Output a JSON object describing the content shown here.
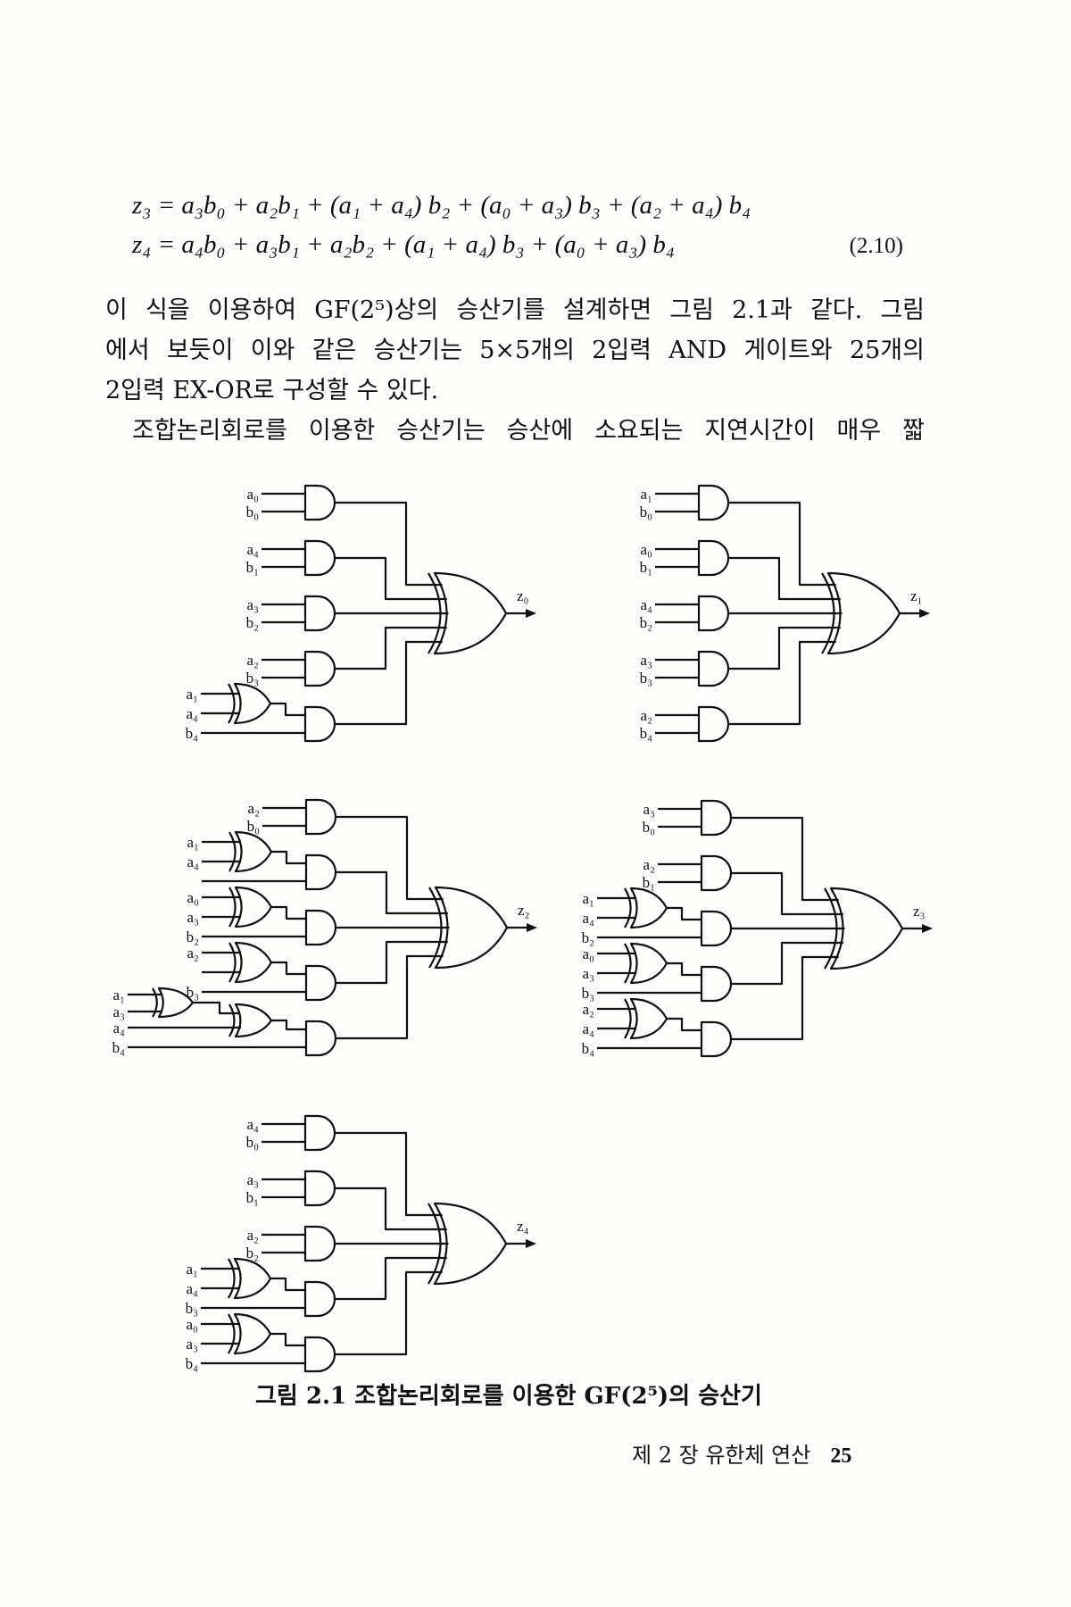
{
  "equations": [
    {
      "text": "z₃ = a₃b₀ + a₂b₁ + (a₁ + a₄) b₂ + (a₀ + a₃) b₃ + (a₂ + a₄) b₄",
      "number": ""
    },
    {
      "text": "z₄ = a₄b₀ + a₃b₁ + a₂b₂ + (a₁ + a₄) b₃ + (a₀ + a₃) b₄",
      "number": "(2.10)"
    }
  ],
  "paragraph1_lines": [
    "이 식을 이용하여 GF(2⁵)상의 승산기를 설계하면 그림 2.1과 같다. 그림",
    "에서 보듯이 이와 같은 승산기는 5×5개의 2입력 AND 게이트와 25개의",
    "2입력 EX-OR로 구성할 수 있다."
  ],
  "paragraph2_lines": [
    "조합논리회로를 이용한 승산기는 승산에 소요되는 지연시간이 매우 짧"
  ],
  "figure": {
    "circuits": [
      {
        "output": "z₀",
        "terms": [
          {
            "a": "a₀",
            "b": "b₀"
          },
          {
            "a": "a₄",
            "b": "b₁"
          },
          {
            "a": "a₃",
            "b": "b₂"
          },
          {
            "a": "a₂",
            "b": "b₃"
          },
          {
            "x": [
              "a₁",
              "a₄"
            ],
            "b": "b₄"
          }
        ]
      },
      {
        "output": "z₁",
        "terms": [
          {
            "a": "a₁",
            "b": "b₀"
          },
          {
            "a": "a₀",
            "b": "b₁"
          },
          {
            "a": "a₄",
            "b": "b₂"
          },
          {
            "a": "a₃",
            "b": "b₃"
          },
          {
            "a": "a₂",
            "b": "b₄"
          }
        ]
      },
      {
        "output": "z₂",
        "terms": [
          {
            "a": "a₂",
            "b": "b₀"
          },
          {
            "x": [
              "a₁",
              "a₄"
            ],
            "b": ""
          },
          {
            "x": [
              "a₀",
              "a₃"
            ],
            "b": "b₂"
          },
          {
            "x": [
              "a₂",
              ""
            ],
            "b": "b₃"
          },
          {
            "pre": [
              "a₁",
              "a₃"
            ],
            "x": [
              "",
              "a₄"
            ],
            "b": "b₄"
          }
        ]
      },
      {
        "output": "z₃",
        "terms": [
          {
            "a": "a₃",
            "b": "b₀"
          },
          {
            "a": "a₂",
            "b": "b₁"
          },
          {
            "x": [
              "a₁",
              "a₄"
            ],
            "b": "b₂"
          },
          {
            "x": [
              "a₀",
              "a₃"
            ],
            "b": "b₃"
          },
          {
            "x": [
              "a₂",
              "a₄"
            ],
            "b": "b₄"
          }
        ]
      },
      {
        "output": "z₄",
        "terms": [
          {
            "a": "a₄",
            "b": "b₀"
          },
          {
            "a": "a₃",
            "b": "b₁"
          },
          {
            "a": "a₂",
            "b": "b₂"
          },
          {
            "x": [
              "a₁",
              "a₄"
            ],
            "b": "b₃"
          },
          {
            "x": [
              "a₀",
              "a₃"
            ],
            "b": "b₄"
          }
        ]
      }
    ],
    "caption": "그림 2.1  조합논리회로를 이용한 GF(2⁵)의 승산기"
  },
  "footer": {
    "chapter": "제 2 장  유한체 연산",
    "page": "25"
  }
}
